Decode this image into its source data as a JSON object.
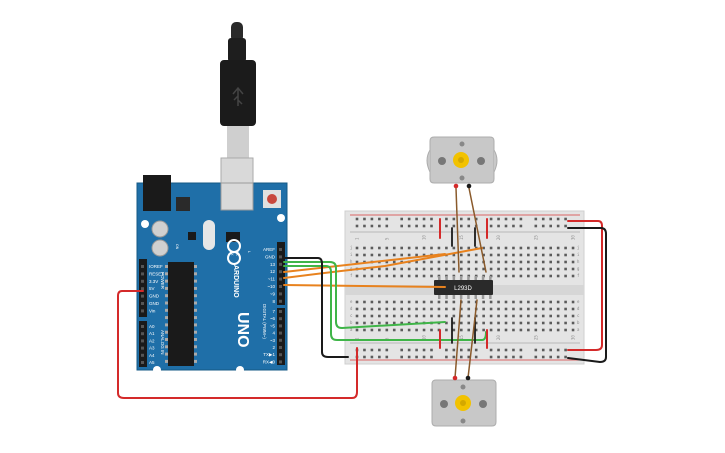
{
  "arduino": {
    "brand": "ARDUINO",
    "model": "UNO",
    "header_top": [
      "AREF",
      "GND",
      "13",
      "12",
      "~11",
      "~10",
      "~9",
      "8"
    ],
    "header_bottom": [
      "7",
      "~6",
      "~5",
      "4",
      "~3",
      "2",
      "TX▶1",
      "RX◀0"
    ],
    "digital_label": "DIGITAL (PWM~)",
    "power_pins": [
      "IOREF",
      "RESET",
      "3.3V",
      "5V",
      "GND",
      "GND",
      "Vin"
    ],
    "power_label": "POWER",
    "analog_pins": [
      "A0",
      "A1",
      "A2",
      "A3",
      "A4",
      "A5"
    ],
    "analog_label": "ANALOG IN",
    "leds": [
      "TX",
      "RX",
      "L",
      "ON"
    ]
  },
  "breadboard": {
    "columns_top": [
      "1",
      "",
      "",
      "",
      "5",
      "",
      "",
      "",
      "",
      "10",
      "",
      "",
      "",
      "",
      "15",
      "",
      "",
      "",
      "",
      "20",
      "",
      "",
      "",
      "",
      "25",
      "",
      "",
      "",
      "",
      "30"
    ],
    "row_letters_top": [
      "j",
      "i",
      "h",
      "g",
      "f"
    ],
    "row_letters_bottom": [
      "e",
      "d",
      "c",
      "b",
      "a"
    ]
  },
  "chip": {
    "label": "L293D"
  },
  "colors": {
    "board_blue": "#1f6fa8",
    "wire_orange": "#e8821e",
    "wire_green": "#3fb548",
    "wire_red": "#d42a2a",
    "wire_black": "#1a1a1a",
    "motor_body": "#c8c8c8",
    "motor_gear": "#f2c200"
  }
}
